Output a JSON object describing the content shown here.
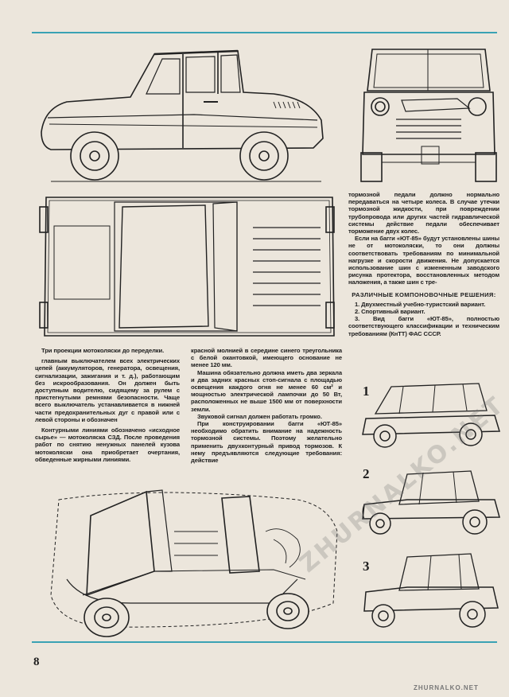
{
  "page": {
    "number": "8"
  },
  "watermark": "ZHURNALKO.NET",
  "site_footer": "ZHURNALKO.NET",
  "caption_left": [
    "Три проекции мотоколяски до переделки.",
    "главным выключателем всех электрических цепей (аккумуляторов, генератора, освещения, сигнализации, зажигания и т. д.), работающим без искрообразования. Он должен быть доступным водителю, сидящему за рулем с пристегнутыми ремнями безопасности. Чаще всего выключатель устанавливается в нижней части предохранительных дуг с правой или с левой стороны и обозначен",
    "Контурными линиями обозначено «исходное сырье» — мотоколяска СЗД. После проведения работ по снятию ненужных панелей кузова мотоколяски она приобретает очертания, обведенные жирными линиями."
  ],
  "column_middle": [
    "красной молнией в середине синего треугольника с белой окантовкой, имеющего основание не менее 120 мм.",
    "Машина обязательно должна иметь два зеркала и два задних красных стоп-сигнала с площадью освещения каждого огня не менее 60 см² и мощностью электрической лампочки до 50 Вт, расположенных не выше 1500 мм от поверхности земли.",
    "Звуковой сигнал должен работать громко.",
    "При конструировании багги «ЮТ-85» необходимо обратить внимание на надежность тормозной системы. Поэтому желательно применить двухконтурный привод тормозов. К нему предъявляются следующие требования: действие"
  ],
  "column_right": [
    "тормозной педали должно нормально передаваться на четыре колеса. В случае утечки тормозной жидкости, при повреждении трубопровода или других частей гидравлической системы действие педали обеспечивает торможение двух колес.",
    "Если на багги «ЮТ-85» будут установлены шины не от мотоколяски, то они должны соответствовать требованиям по минимальной нагрузке и скорости движения. Не допускается использование шин с измененным заводского рисунка протектора, восстановленных методом наложения, а также шин с тре-"
  ],
  "options": {
    "heading": "РАЗЛИЧНЫЕ КОМПОНОВОЧНЫЕ РЕШЕНИЯ:",
    "items": [
      "1. Двухместный учебно-туристский вариант.",
      "2. Спортивный вариант.",
      "3. Вид багги «ЮТ-85», полностью соответствующего классификации и техническим требованиям (КнТТ) ФАС СССР."
    ],
    "figure_numbers": [
      "1",
      "2",
      "3"
    ]
  },
  "colors": {
    "accent_rule": "#3aa2b4",
    "paper": "#ece6dc",
    "ink": "#1c1c1c"
  }
}
